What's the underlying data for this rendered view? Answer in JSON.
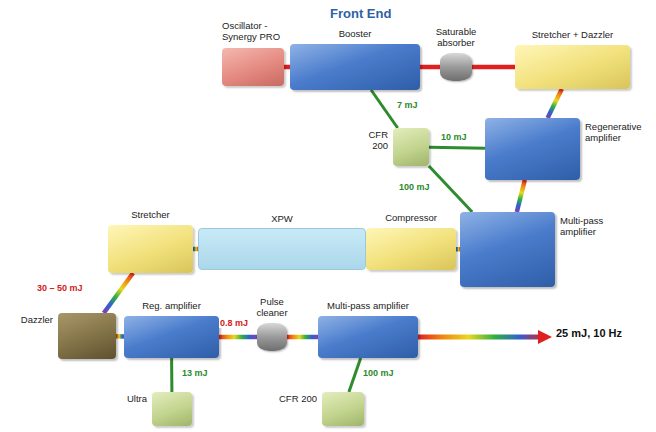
{
  "diagram": {
    "title": "Front End",
    "nodes": [
      {
        "text": [
          "Oscillator - Synergy PRO"
        ]
      },
      {
        "text": [
          "Booster"
        ]
      },
      {
        "text": [
          "Saturable absorber"
        ]
      },
      {
        "text": [
          "Stretcher + Dazzler"
        ]
      },
      {
        "text": [
          "CFR 200"
        ]
      },
      {
        "text": [
          "Regenerative amplifier"
        ]
      },
      {
        "text": [
          "Stretcher"
        ]
      },
      {
        "text": [
          "XPW"
        ]
      },
      {
        "text": [
          "Compressor"
        ]
      },
      {
        "text": [
          "Multi-pass amplifier"
        ]
      },
      {
        "text": [
          "Dazzler"
        ]
      },
      {
        "text": [
          "Reg. amplifier"
        ]
      },
      {
        "text": [
          "Pulse cleaner"
        ]
      },
      {
        "text": [
          "Multi-pass amplifier"
        ]
      },
      {
        "text": [
          "Ultra"
        ]
      },
      {
        "text": [
          "CFR 200"
        ]
      }
    ],
    "edges": [
      {
        "from": 0,
        "to": 1,
        "arrow": "none"
      },
      {
        "from": 1,
        "to": 2,
        "arrow": "none"
      },
      {
        "from": 2,
        "to": 3,
        "arrow": "none"
      },
      {
        "from": 3,
        "to": 5,
        "arrow": "none"
      },
      {
        "from": 4,
        "to": 1,
        "label": "7 mJ",
        "arrow": "none"
      },
      {
        "from": 4,
        "to": 5,
        "label": "10 mJ",
        "arrow": "none"
      },
      {
        "from": 4,
        "to": 9,
        "label": "100 mJ",
        "arrow": "none"
      },
      {
        "from": 5,
        "to": 9,
        "arrow": "none"
      },
      {
        "from": 9,
        "to": 8,
        "arrow": "none"
      },
      {
        "from": 8,
        "to": 7,
        "arrow": "none"
      },
      {
        "from": 7,
        "to": 6,
        "arrow": "none"
      },
      {
        "from": 6,
        "to": 10,
        "label": "30 – 50 mJ",
        "arrow": "none"
      },
      {
        "from": 10,
        "to": 11,
        "arrow": "none"
      },
      {
        "from": 11,
        "to": 12,
        "label": "0.8 mJ",
        "arrow": "none"
      },
      {
        "from": 12,
        "to": 13,
        "arrow": "none"
      },
      {
        "from": 14,
        "to": 11,
        "label": "13 mJ",
        "arrow": "none"
      },
      {
        "from": 15,
        "to": 13,
        "label": "100 mJ",
        "arrow": "none"
      }
    ],
    "labels": [
      "25 mJ, 10 Hz"
    ]
  }
}
